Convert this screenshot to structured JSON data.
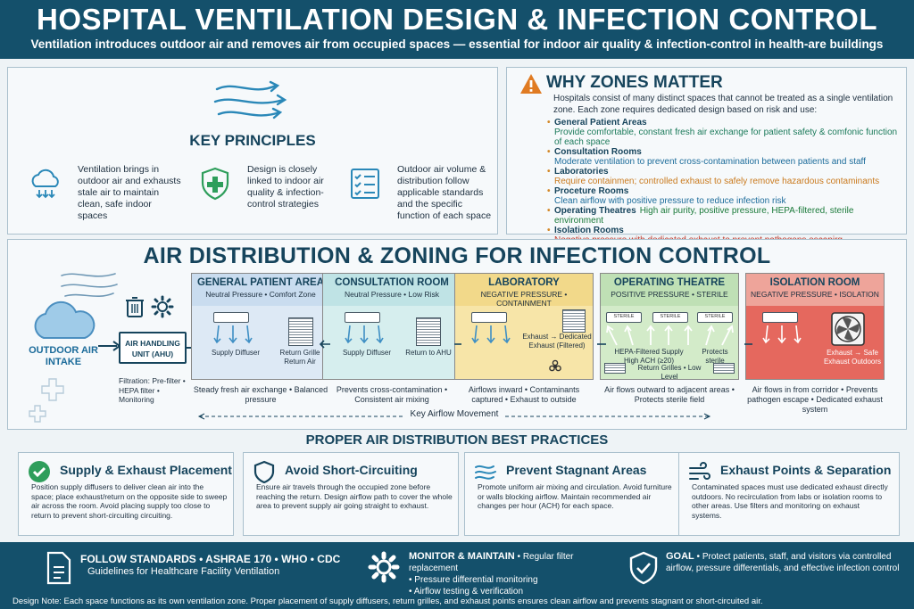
{
  "header": {
    "title": "HOSPITAL VENTILATION DESIGN & INFECTION CONTROL",
    "subtitle": "Ventilation introduces outdoor air and removes air from occupied spaces — essential for indoor air quality & infection-control in health-are buildings"
  },
  "key_principles": {
    "title": "KEY PRINCIPLES",
    "items": [
      {
        "icon": "cloud-exhaust-icon",
        "text": "Ventilation brings in outdoor air and exhausts stale air to maintain clean, safe indoor spaces"
      },
      {
        "icon": "shield-cross-icon",
        "text": "Design is closely linked to indoor air quality & infection-control strategies"
      },
      {
        "icon": "checklist-icon",
        "text": "Outdoor air volume & distribution follow applicable standards and the specific function of each space"
      }
    ]
  },
  "why_zones": {
    "title": "WHY ZONES MATTER",
    "intro": "Hospitals consist of many distinct spaces that cannot be treated as a single ventilation zone. Each zone requires dedicated design based on risk and use:",
    "items": [
      {
        "name": "General Patient Areas",
        "desc": "Provide comfortable, constant fresh air exchange for patient safety & comfonic function of each space",
        "color": "#1b7a5a"
      },
      {
        "name": "Consultation Rooms",
        "desc": "Moderate ventilation to prevent cross-contamination between patients and staff",
        "color": "#1b6b9a"
      },
      {
        "name": "Laboratories",
        "desc": "Require containmen; controlled exhaust to safely remove hazardous contaminants",
        "color": "#c9791c"
      },
      {
        "name": "Proceture Rooms",
        "desc": "Clean airflow with positive pressure to reduce infection risk",
        "color": "#1b6b9a"
      },
      {
        "name": "Operating Theatres",
        "desc": "High air purity, positive pressure, HEPA-filtered, sterile environment",
        "color": "#1b7a3a",
        "inline": true
      },
      {
        "name": "Isolation Rooms",
        "desc": "Negative pressure with dedicated exhaust to prevent pathogens escapirg",
        "color": "#c0392b"
      }
    ]
  },
  "air_distribution": {
    "title": "AIR DISTRIBUTION & ZONING FOR INFECTION CONTROL",
    "outdoor_label": "OUTDOOR AIR INTAKE",
    "ahu_label": "AIR HANDLING UNIT (AHU)",
    "ahu_filtration": "Filtration: Pre-filter • HEPA filter • Monitoring",
    "key_airflow": "Key Airflow Movement",
    "zones": [
      {
        "name": "GENERAL PATIENT AREA",
        "sub": "Neutral Pressure • Comfort Zone",
        "head_bg": "#c9dcef",
        "body_bg": "#dde9f5",
        "label_a": "Supply Diffuser",
        "label_b": "Return Grille Return Air",
        "caption": "Steady fresh air exchange • Balanced pressure"
      },
      {
        "name": "CONSULTATION ROOM",
        "sub": "Neutral Pressure • Low Risk",
        "head_bg": "#bfe3e5",
        "body_bg": "#d6eeee",
        "label_a": "Supply Diffuser",
        "label_b": "Return to AHU",
        "caption": "Prevents cross-contamination • Consistent air mixing"
      },
      {
        "name": "LABORATORY",
        "sub": "NEGATIVE PRESSURE • CONTAINMENT",
        "head_bg": "#f2d98a",
        "body_bg": "#f7e5a8",
        "label_a": "Exhaust → Dedicated Exhaust (Filtered)",
        "label_b": "",
        "caption": "Airflows inward • Contaminants captured • Exhaust to outside"
      },
      {
        "name": "OPERATING THEATRE",
        "sub": "POSITIVE PRESSURE • STERILE",
        "head_bg": "#bfe0b5",
        "body_bg": "#d3ebc9",
        "label_a": "HEPA-Filtered Supply High ACH (≥20)",
        "label_b": "Protects sterile",
        "label_c": "Return Grilles • Low Level",
        "vent_text": "STERILE",
        "caption": "Air flows outward to adjacent areas • Protects sterile field"
      },
      {
        "name": "ISOLATION ROOM",
        "sub": "NEGATIVE PRESSURE • ISOLATION",
        "head_bg": "#eea49a",
        "body_bg": "#e5685e",
        "label_a": "Exhaust → Safe Exhaust Outdoors",
        "label_b": "",
        "caption": "Air flows in from corridor • Prevents pathogen escape • Dedicated exhaust system"
      }
    ]
  },
  "best_practices": {
    "title": "PROPER AIR DISTRIBUTION BEST PRACTICES",
    "items": [
      {
        "icon": "check-circle-icon",
        "title": "Supply & Exhaust Placement",
        "body": "Position supply diffusers to deliver clean air into the space; place exhaust/return on the opposite side to sweep air across the room. Avoid placing supply too close to return to prevent short-circuiting circuiting."
      },
      {
        "icon": "shield-icon",
        "title": "Avoid Short-Circuiting",
        "body": "Ensure air travels through the occupied zone before reaching the return. Design airflow path to cover the whole area to prevent supply air going straight to exhaust."
      },
      {
        "icon": "airflow-icon",
        "title": "Prevent Stagnant Areas",
        "body": "Promote uniform air mixing and circulation. Avoid furniture or walls blocking airflow. Maintain recommended air changes per hour (ACH) for each space."
      },
      {
        "icon": "wind-icon",
        "title": "Exhaust Points & Separation",
        "body": "Contaminated spaces must use dedicated exhaust directly outdoors. No recirculation from labs or isolation rooms to other areas. Use filters and monitoring on exhaust systems."
      }
    ]
  },
  "footer": {
    "standards_title": "FOLLOW STANDARDS • ASHRAE 170 • WHO • CDC",
    "standards_sub": "Guidelines for Healthcare Facility Ventilation",
    "monitor_title": "MONITOR & MAINTAIN",
    "monitor_items": [
      "Regular filter replacement",
      "Pressure differential monitoring",
      "Airflow testing & verification"
    ],
    "goal_title": "GOAL",
    "goal_text": "Protect patients, staff, and visitors via controlled airflow, pressure differentials, and effective infection control",
    "note": "Design Note: Each space functions as its own ventilation zone. Proper placement of supply diffusers, return grilles, and exhaust points ensures clean airflow and prevents stagnant or short-circuited air."
  },
  "colors": {
    "navy": "#14506b",
    "heading": "#16445c",
    "accent_green": "#2e9e5b",
    "warning": "#e07b22"
  }
}
